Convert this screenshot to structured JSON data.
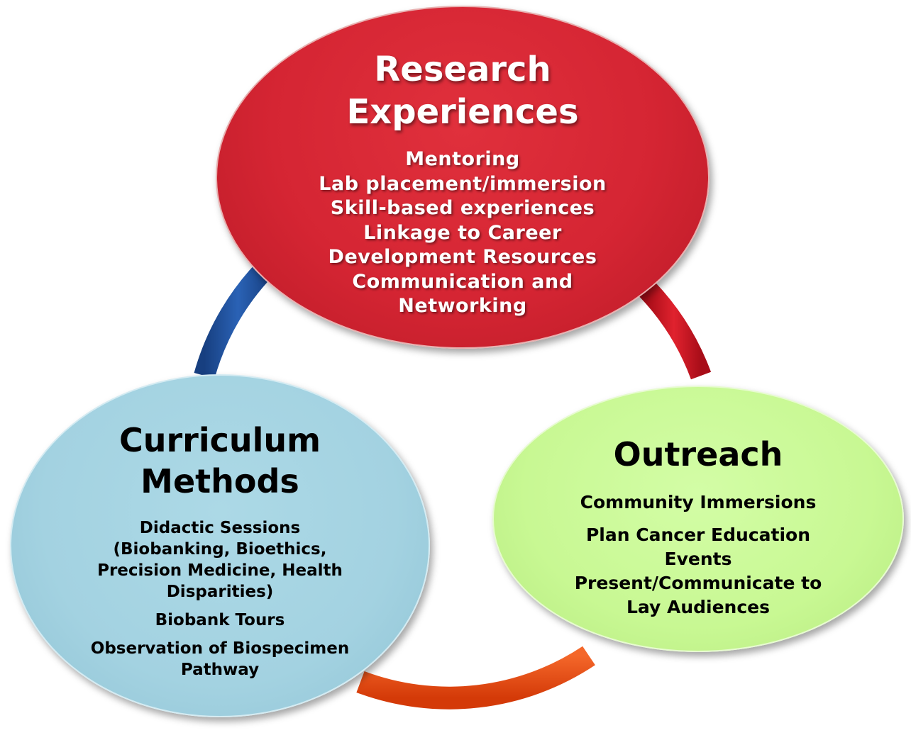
{
  "colors": {
    "research": "#d52533",
    "curriculum": "#a3d2e1",
    "outreach": "#c8f893",
    "ring_blue": "#1e4f9a",
    "ring_red": "#c8101c",
    "ring_orange": "#ee4d12"
  },
  "research": {
    "title_line1": "Research",
    "title_line2": "Experiences",
    "items": [
      "Mentoring",
      "Lab placement/immersion",
      "Skill-based experiences",
      "Linkage to Career",
      "Development  Resources",
      "Communication and",
      "Networking"
    ]
  },
  "curriculum": {
    "title_line1": "Curriculum",
    "title_line2": "Methods",
    "items": [
      "Didactic Sessions\n (Biobanking, Bioethics,\nPrecision Medicine, Health\nDisparities)",
      "Biobank Tours",
      "Observation of Biospecimen\nPathway"
    ]
  },
  "outreach": {
    "title": "Outreach",
    "items": [
      "Community Immersions",
      "Plan Cancer Education\nEvents\nPresent/Communicate   to\nLay Audiences"
    ]
  }
}
